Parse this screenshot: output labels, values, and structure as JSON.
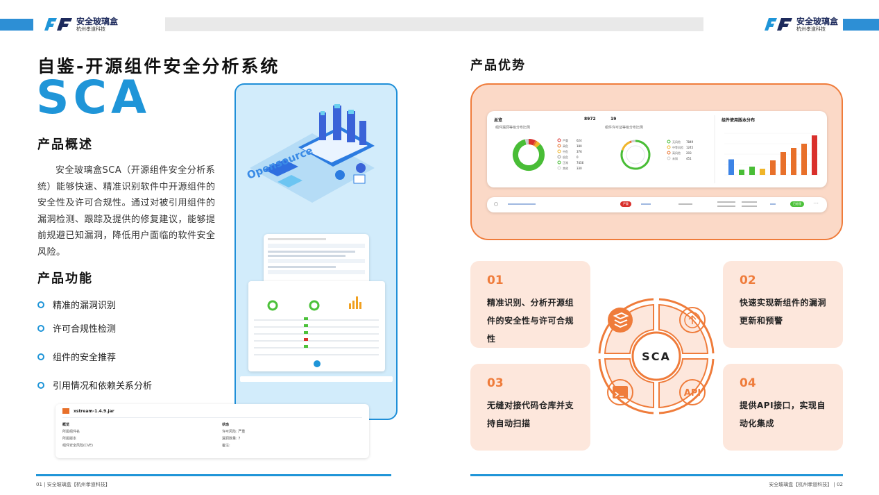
{
  "header": {
    "brand_name": "安全玻璃盒",
    "brand_sub": "杭州孝道科技"
  },
  "left": {
    "title": "自鉴-开源组件安全分析系统",
    "sca": "SCA",
    "overview_heading": "产品概述",
    "overview_text": "安全玻璃盒SCA（开源组件安全分析系统）能够快速、精准识别软件中开源组件的安全性及许可合规性。通过对被引用组件的漏洞检测、跟踪及提供的修复建议，能够提前规避已知漏洞，降低用户面临的软件安全风险。",
    "features_heading": "产品功能",
    "features": [
      "精准的漏洞识别",
      "许可合规性检测",
      "组件的安全推荐",
      "引用情况和依赖关系分析"
    ],
    "illustration_text": "Opensource",
    "detail_card": {
      "file": "xstream-1.4.9.jar",
      "sec_overview": "概览",
      "sec_status": "状态",
      "rows": [
        "所属组件名",
        "所属版本",
        "组件安全风险(CVE)"
      ],
      "status_rows": [
        "许可风险: 严重",
        "漏洞数量: 7",
        "备注:"
      ]
    },
    "footer": "01 | 安全玻璃盒【杭州孝道科技】"
  },
  "right": {
    "heading": "产品优势",
    "dashboard": {
      "title": "总览",
      "stat1": "8972",
      "stat2": "19",
      "donut1_title": "组件漏洞等级分布比例",
      "donut2_title": "组件许可证等级分布比例",
      "bar_title": "组件使用版本分布",
      "donut1_legend": [
        {
          "label": "严重",
          "value": "624",
          "color": "#d9302c"
        },
        {
          "label": "高危",
          "value": "180",
          "color": "#e8702a"
        },
        {
          "label": "中危",
          "value": "376",
          "color": "#f0b529"
        },
        {
          "label": "低危",
          "value": "0",
          "color": "#999999"
        },
        {
          "label": "正常",
          "value": "7456",
          "color": "#49bd36"
        },
        {
          "label": "其他",
          "value": "330",
          "color": "#cccccc"
        }
      ],
      "donut2_legend": [
        {
          "label": "无风险",
          "value": "7849",
          "color": "#49bd36"
        },
        {
          "label": "中等风险",
          "value": "1245",
          "color": "#f0b529"
        },
        {
          "label": "高风险",
          "value": "203",
          "color": "#e8702a"
        },
        {
          "label": "未知",
          "value": "451",
          "color": "#cccccc"
        }
      ],
      "bars": [
        {
          "value": 15,
          "color": "#3c83e6"
        },
        {
          "value": 5,
          "color": "#49bd36"
        },
        {
          "value": 8,
          "color": "#49bd36"
        },
        {
          "value": 6,
          "color": "#f0b529"
        },
        {
          "value": 14,
          "color": "#e8702a"
        },
        {
          "value": 22,
          "color": "#e8702a"
        },
        {
          "value": 26,
          "color": "#e8702a"
        },
        {
          "value": 30,
          "color": "#e8702a"
        },
        {
          "value": 38,
          "color": "#d9302c"
        }
      ]
    },
    "row": {
      "badge": "严重",
      "status": "已处理"
    },
    "sca_center": "SCA",
    "api_label": "API",
    "advantages": [
      {
        "num": "01",
        "text": "精准识别、分析开源组件的安全性与许可合规性"
      },
      {
        "num": "02",
        "text": "快速实现新组件的漏洞更新和预警"
      },
      {
        "num": "03",
        "text": "无缝对接代码仓库并支持自动扫描"
      },
      {
        "num": "04",
        "text": "提供API接口，实现自动化集成"
      }
    ],
    "footer": "安全玻璃盒【杭州孝道科技】 | 02"
  },
  "colors": {
    "blue": "#1f95d8",
    "orange": "#ef7c3b",
    "peach": "#fde7dc"
  }
}
